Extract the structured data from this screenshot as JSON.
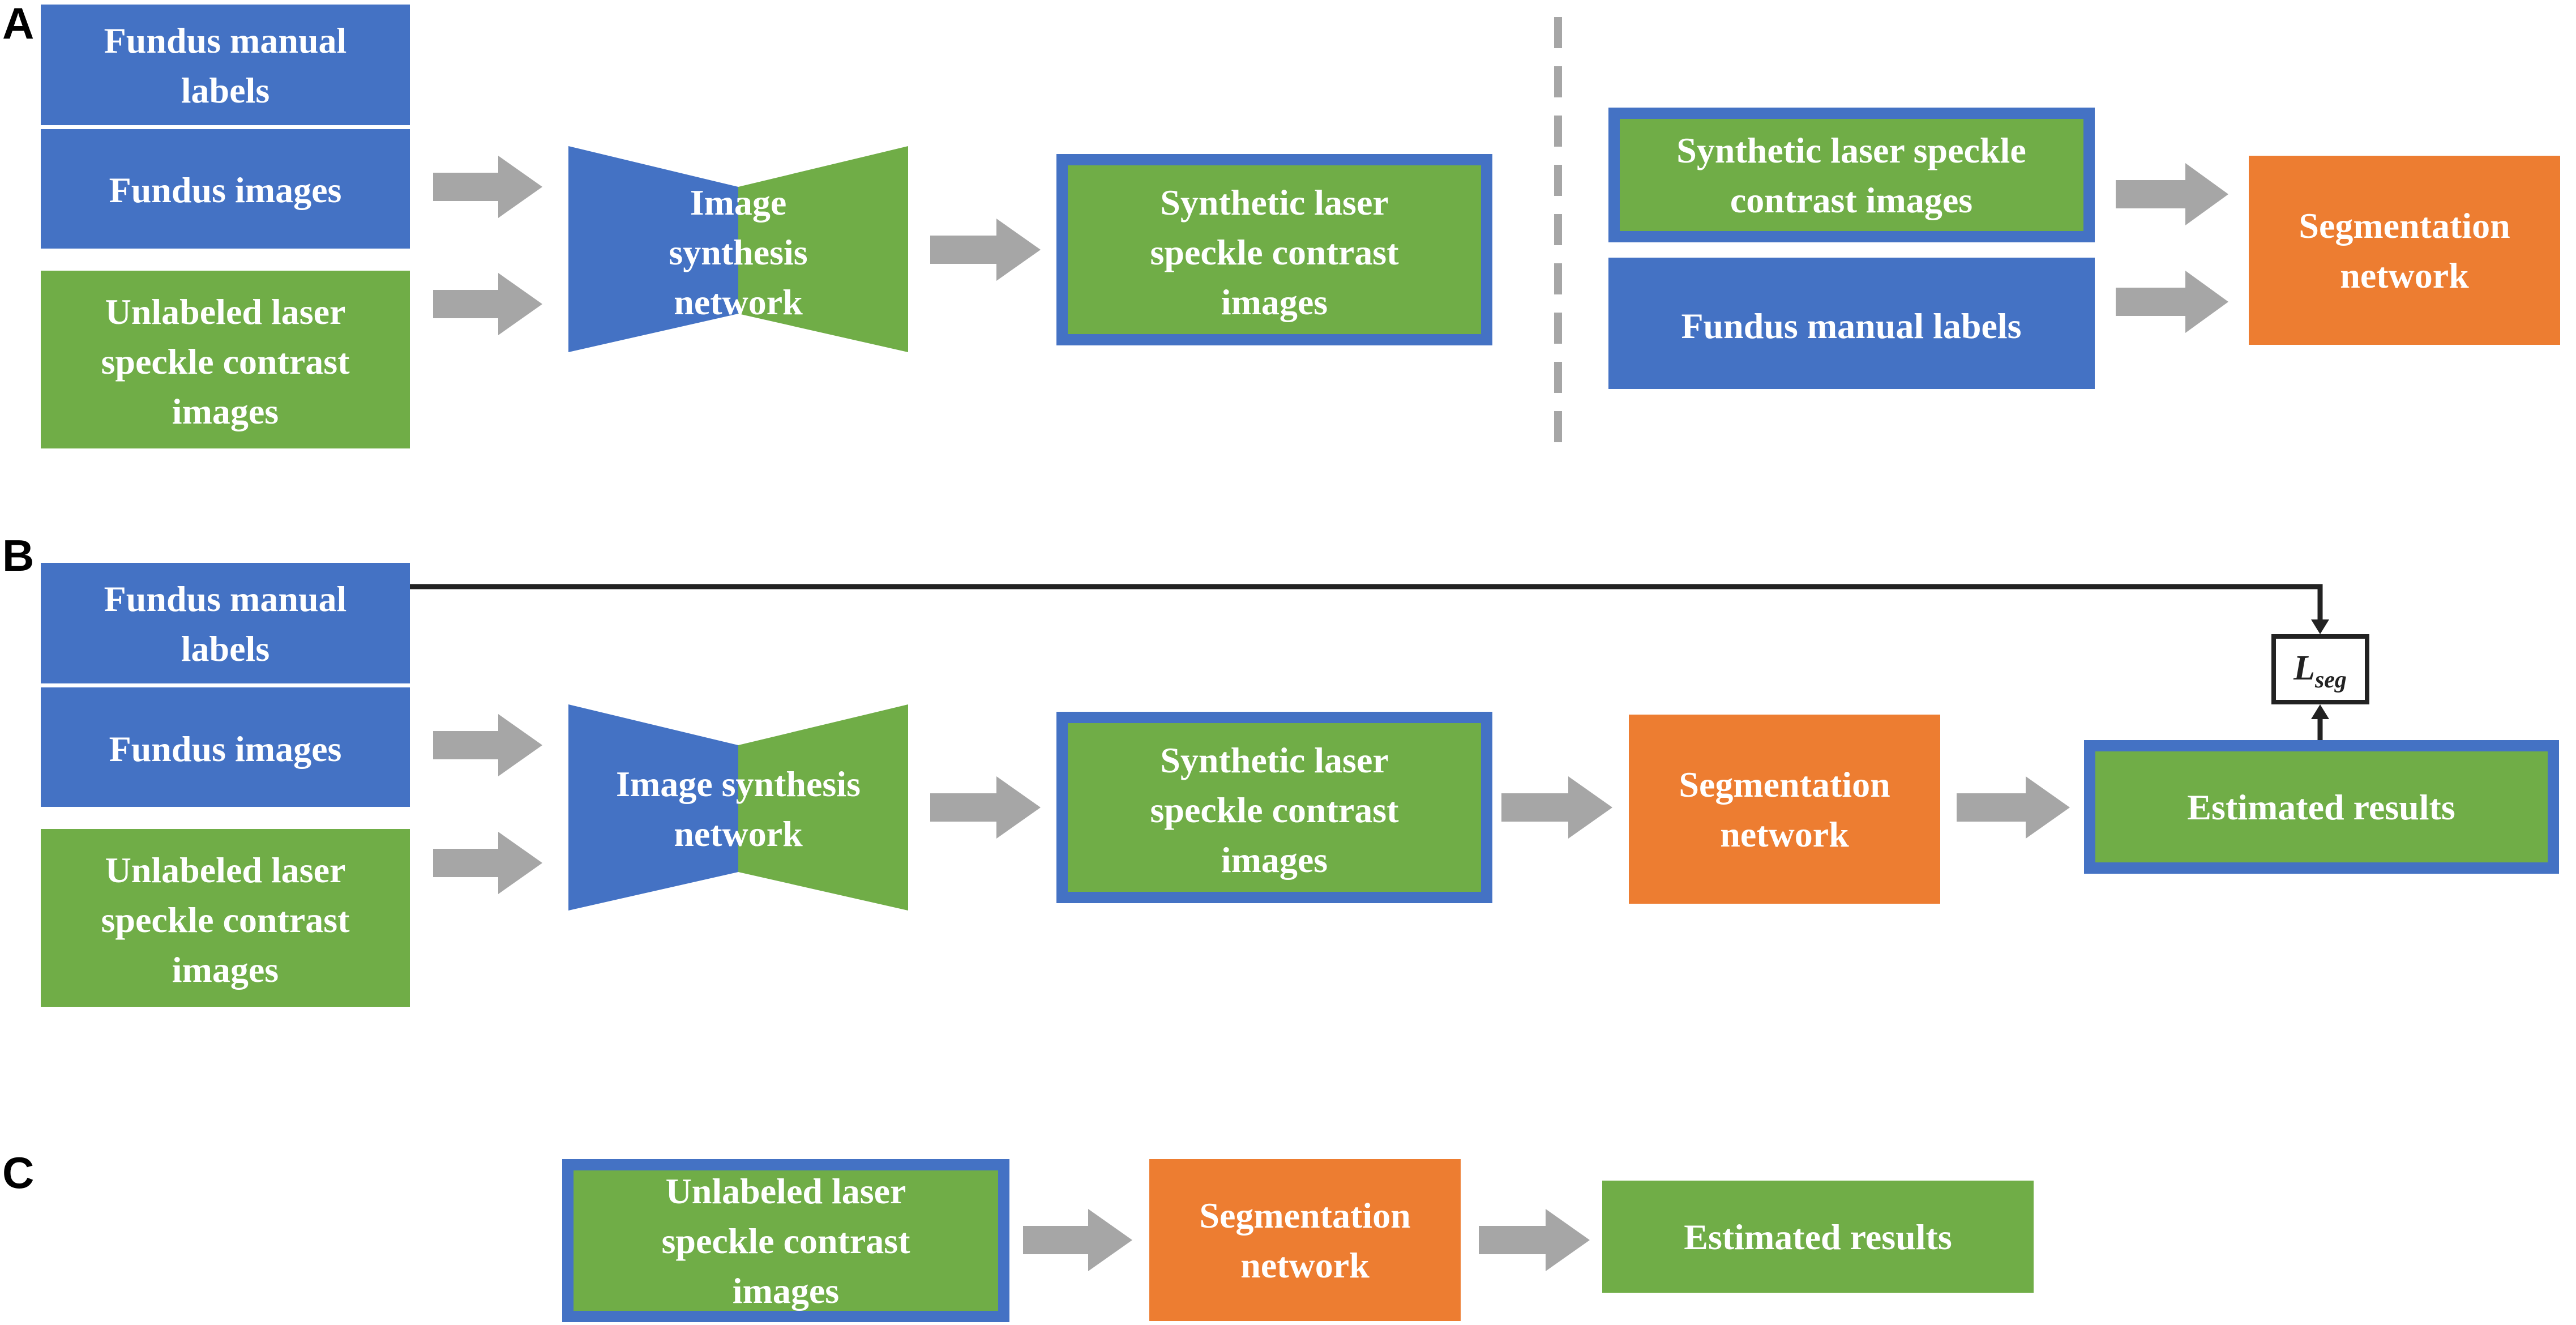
{
  "panels": {
    "a": "A",
    "b": "B",
    "c": "C"
  },
  "labels": {
    "fundus_manual_labels": "Fundus manual labels",
    "fundus_images": "Fundus images",
    "unlabeled_lsci": "Unlabeled laser speckle contrast images",
    "image_synthesis_network": "Image synthesis network",
    "synthetic_lsci": "Synthetic laser speckle contrast images",
    "segmentation_network": "Segmentation network",
    "estimated_results": "Estimated results",
    "loss_main": "L",
    "loss_sub": "seg"
  },
  "colors": {
    "blue": "#4472C4",
    "green": "#70AD47",
    "orange": "#ED7D31",
    "arrow_gray": "#A6A6A6",
    "divider_gray": "#A6A6A6",
    "line_dark": "#222222"
  },
  "icons": {
    "block_arrow": "right-block-arrow",
    "loss_box": "loss-function-box"
  }
}
